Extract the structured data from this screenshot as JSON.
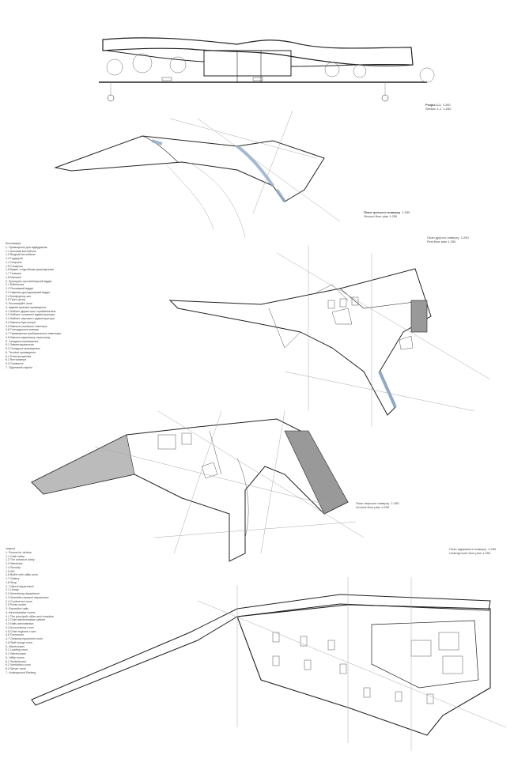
{
  "section": {
    "title_ua": "Розріз 1-1",
    "title_en": "Section 1-1",
    "scale": "1:250"
  },
  "plans": [
    {
      "title_ua": "План третього поверху",
      "title_en": "Second floor plan",
      "scale": "1:250"
    },
    {
      "title_ua": "План другого поверху",
      "title_en": "First floor plan",
      "scale": "1:250"
    },
    {
      "title_ua": "План першого поверху",
      "title_en": "Ground floor plan",
      "scale": "1:250"
    },
    {
      "title_ua": "План підземного поверху",
      "title_en": "Underground floor plan",
      "scale": "1:250"
    }
  ],
  "legend_ua": {
    "heading": "Експлікація:",
    "items": [
      "1. Приміщення для відвідувачів",
      "1.1 Касовий вестибюль",
      "1.2 Вхідний вестибюль",
      "1.3 Гардероб",
      "1.4 Охорона",
      "1.5 Санвузол",
      "1.6 Буфет з підсобним приміщенням",
      "1.7 Галерея",
      "1.8 Магазин",
      "2. Культурно-просвітницький відділ",
      "2.1 Бібліотека",
      "2.2 Рекламний відділ",
      "2.3 Науково-дослідницький відділ",
      "2.4 Конференц-зал",
      "2.5 Прес-центр",
      "3. Експозиційні зали",
      "4. Адміністративні приміщення",
      "4.1 Кабінет директора з приймальнею",
      "4.2 Кабінет головного адміністратора",
      "4.3 Кабінет чергового адміністратора",
      "4.4 Кімната бухгалтерії",
      "4.5 Кімната головного інженера",
      "4.6 Господарська комора",
      "4.7 Приміщення прибирального інвентаря",
      "4.8 Кімната відпочинку персоналу",
      "5. Складські приміщення",
      "5.1 Завантажувальна",
      "5.2 Складські приміщення",
      "6. Технічні приміщення",
      "6.1 Електрощитова",
      "6.2 Венткамера",
      "6.3 Серверна",
      "7. Підземний паркінг"
    ]
  },
  "legend_en": {
    "heading": "Legend",
    "items": [
      "1. Rooms for visitors",
      "1.1 Cash lobby",
      "1.2 The entrance lobby",
      "1.3 Wardrobe",
      "1.4 Security",
      "1.5 WC",
      "1.6 Buffet with utility room",
      "1.7 Gallery",
      "1.8 Shop",
      "2. Cultural department",
      "2.1 Library",
      "2.2 Advertising department",
      "2.3 Scientific research department",
      "2.4 Conference room",
      "2.5 Press center",
      "3. Exposition halls",
      "4. Administrative rooms",
      "4.1 The principal's office and reception",
      "4.2 Chief administrative cabinet",
      "4.3 Halls administrator",
      "4.4 Accountancy room",
      "4.5 Chief engineer room",
      "4.6 Dormroom",
      "4.7 Cleaning equipment room",
      "4.8 Staff lounge room",
      "5. Warehouses",
      "5.1 Loading room",
      "5.2 Warehouses",
      "6. Utility rooms",
      "6.1 Switchboard",
      "6.2 Ventilation room",
      "6.3 Server room",
      "7. Underground Parking"
    ]
  },
  "colors": {
    "line": "#222222",
    "grid": "#999999",
    "glass": "#8fa9c8",
    "ramp": "#b5b5b5"
  }
}
